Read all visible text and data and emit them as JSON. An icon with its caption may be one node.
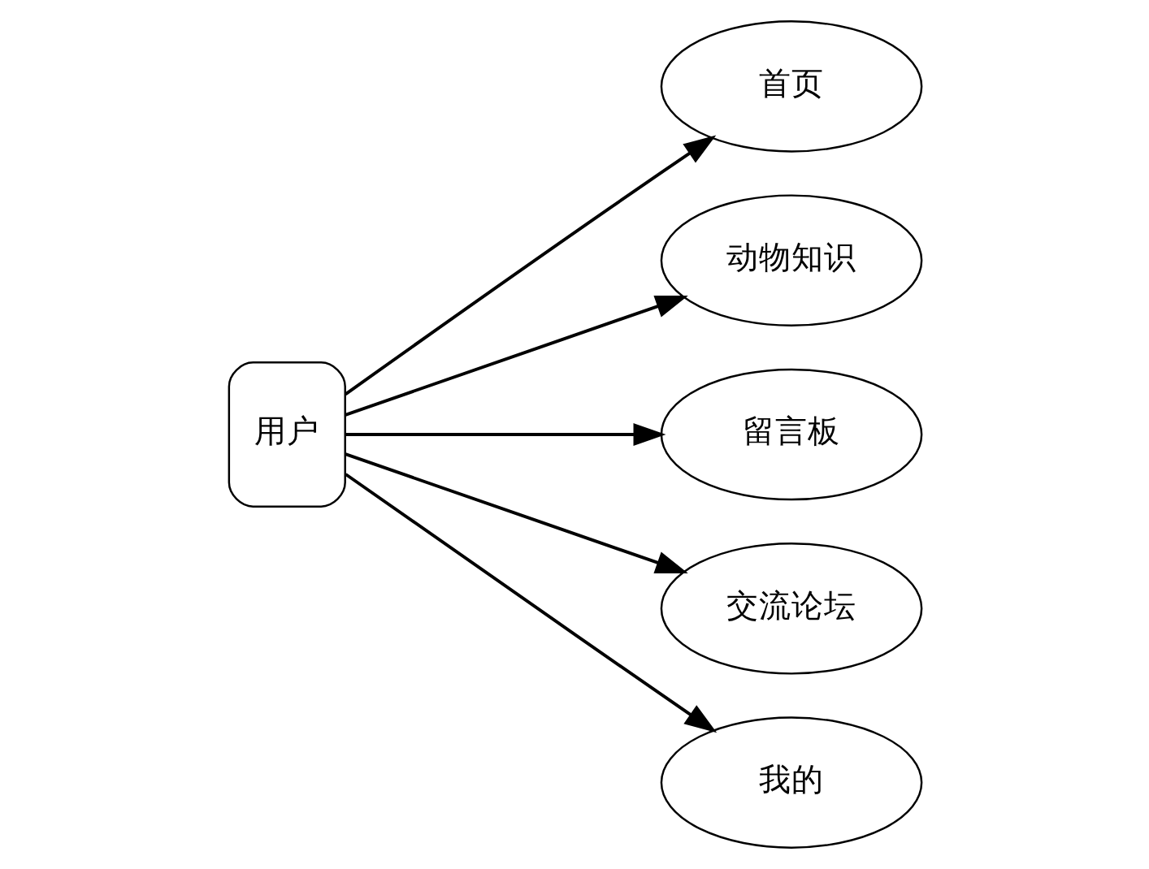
{
  "diagram": {
    "nodes": [
      {
        "text": [
          "用户"
        ]
      },
      {
        "text": [
          "首页"
        ]
      },
      {
        "text": [
          "动物知识"
        ]
      },
      {
        "text": [
          "留言板"
        ]
      },
      {
        "text": [
          "交流论坛"
        ]
      },
      {
        "text": [
          "我的"
        ]
      }
    ],
    "edges": [
      {
        "from": 0,
        "to": 1,
        "arrow": "to"
      },
      {
        "from": 0,
        "to": 2,
        "arrow": "to"
      },
      {
        "from": 0,
        "to": 3,
        "arrow": "to"
      },
      {
        "from": 0,
        "to": 4,
        "arrow": "to"
      },
      {
        "from": 0,
        "to": 5,
        "arrow": "to"
      }
    ]
  }
}
